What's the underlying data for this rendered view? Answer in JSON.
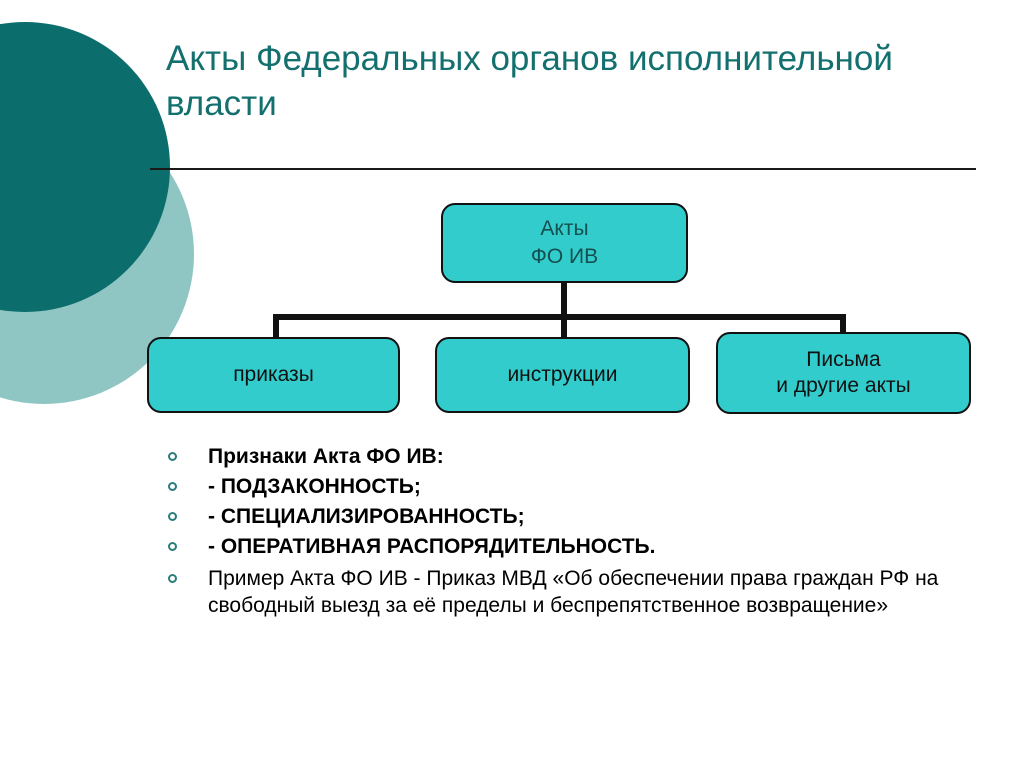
{
  "slide": {
    "title": "Акты Федеральных органов исполнительной власти",
    "background_color": "#ffffff",
    "title_color": "#13706e"
  },
  "decor": {
    "circle_dark_color": "#0c6e6c",
    "circle_light_color": "#8fc5c3",
    "divider_color": "#1a1a1a"
  },
  "diagram": {
    "type": "org-chart",
    "node_fill": "#33cccc",
    "node_border": "#111111",
    "root": {
      "line1": "Акты",
      "line2": "ФО ИВ"
    },
    "children": [
      {
        "line1": "приказы",
        "line2": ""
      },
      {
        "line1": "инструкции",
        "line2": ""
      },
      {
        "line1": "Письма",
        "line2": "и другие акты"
      }
    ]
  },
  "bullets": {
    "marker_color": "#2a7d7b",
    "items": [
      {
        "text": "Признаки Акта ФО ИВ:",
        "bold": true
      },
      {
        "text": "- ПОДЗАКОННОСТЬ;",
        "bold": true
      },
      {
        "text": "- СПЕЦИАЛИЗИРОВАННОСТЬ;",
        "bold": true
      },
      {
        "text": "- ОПЕРАТИВНАЯ РАСПОРЯДИТЕЛЬНОСТЬ.",
        "bold": true
      },
      {
        "text": "Пример Акта ФО ИВ -  Приказ МВД «Об обеспечении права граждан РФ на свободный выезд за её пределы и беспрепятственное возвращение»",
        "bold": false
      }
    ]
  }
}
